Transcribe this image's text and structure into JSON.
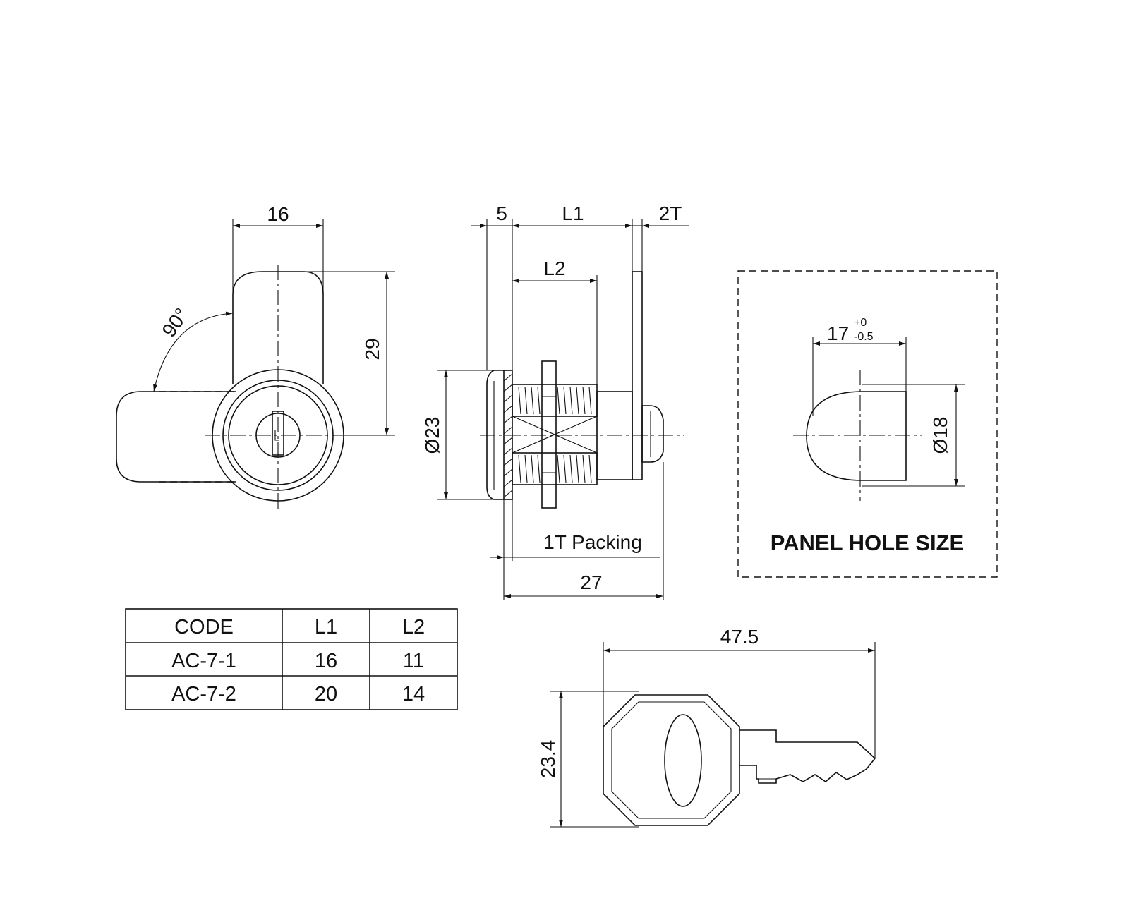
{
  "front_view": {
    "width_dim": "16",
    "height_dim": "29",
    "rotation_dim": "90°"
  },
  "side_view": {
    "dim_5": "5",
    "dim_L1": "L1",
    "dim_2T": "2T",
    "dim_L2": "L2",
    "dim_diameter": "Ø23",
    "packing_label": "1T Packing",
    "dim_27": "27"
  },
  "panel_hole": {
    "width_base": "17",
    "tol_plus": "+0",
    "tol_minus": "-0.5",
    "dim_diameter": "Ø18",
    "title": "PANEL HOLE SIZE"
  },
  "code_table": {
    "headers": [
      "CODE",
      "L1",
      "L2"
    ],
    "rows": [
      [
        "AC-7-1",
        "16",
        "11"
      ],
      [
        "AC-7-2",
        "20",
        "14"
      ]
    ]
  },
  "key_view": {
    "length_dim": "47.5",
    "height_dim": "23.4"
  }
}
